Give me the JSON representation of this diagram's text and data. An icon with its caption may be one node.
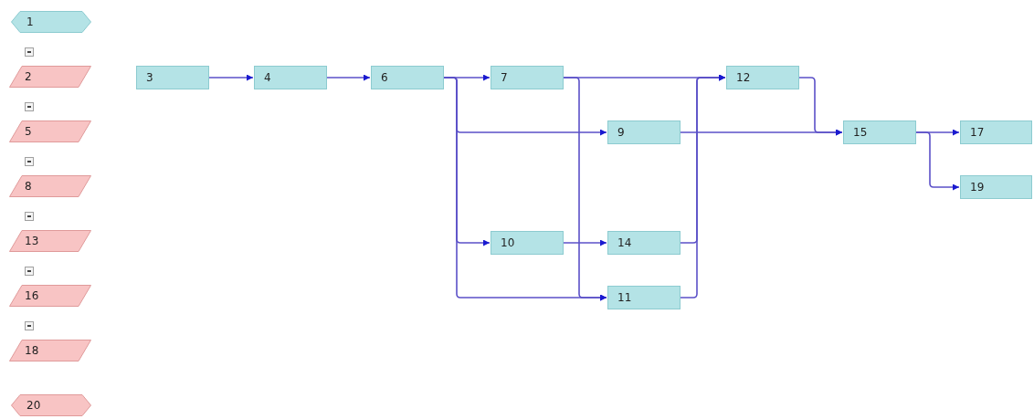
{
  "diagram": {
    "nodes": [
      {
        "text": [
          "1"
        ]
      },
      {
        "text": [
          "2"
        ]
      },
      {
        "text": [
          "5"
        ]
      },
      {
        "text": [
          "8"
        ]
      },
      {
        "text": [
          "13"
        ]
      },
      {
        "text": [
          "16"
        ]
      },
      {
        "text": [
          "18"
        ]
      },
      {
        "text": [
          "20"
        ]
      },
      {
        "text": [
          "3"
        ]
      },
      {
        "text": [
          "4"
        ]
      },
      {
        "text": [
          "6"
        ]
      },
      {
        "text": [
          "7"
        ]
      },
      {
        "text": [
          "12"
        ]
      },
      {
        "text": [
          "9"
        ]
      },
      {
        "text": [
          "15"
        ]
      },
      {
        "text": [
          "17"
        ]
      },
      {
        "text": [
          "19"
        ]
      },
      {
        "text": [
          "10"
        ]
      },
      {
        "text": [
          "14"
        ]
      },
      {
        "text": [
          "11"
        ]
      }
    ],
    "edges": [
      {
        "from": 8,
        "to": 9,
        "arrow": "to"
      },
      {
        "from": 9,
        "to": 10,
        "arrow": "to"
      },
      {
        "from": 10,
        "to": 11,
        "arrow": "to"
      },
      {
        "from": 10,
        "to": 13,
        "arrow": "to"
      },
      {
        "from": 10,
        "to": 17,
        "arrow": "to"
      },
      {
        "from": 10,
        "to": 19,
        "arrow": "to"
      },
      {
        "from": 11,
        "to": 12,
        "arrow": "to"
      },
      {
        "from": 11,
        "to": 19,
        "arrow": "to"
      },
      {
        "from": 17,
        "to": 18,
        "arrow": "to"
      },
      {
        "from": 13,
        "to": 14,
        "arrow": "to"
      },
      {
        "from": 18,
        "to": 12,
        "arrow": "to"
      },
      {
        "from": 19,
        "to": 12,
        "arrow": "to"
      },
      {
        "from": 12,
        "to": 14,
        "arrow": "to"
      },
      {
        "from": 14,
        "to": 15,
        "arrow": "to"
      },
      {
        "from": 14,
        "to": 16,
        "arrow": "to"
      }
    ]
  }
}
